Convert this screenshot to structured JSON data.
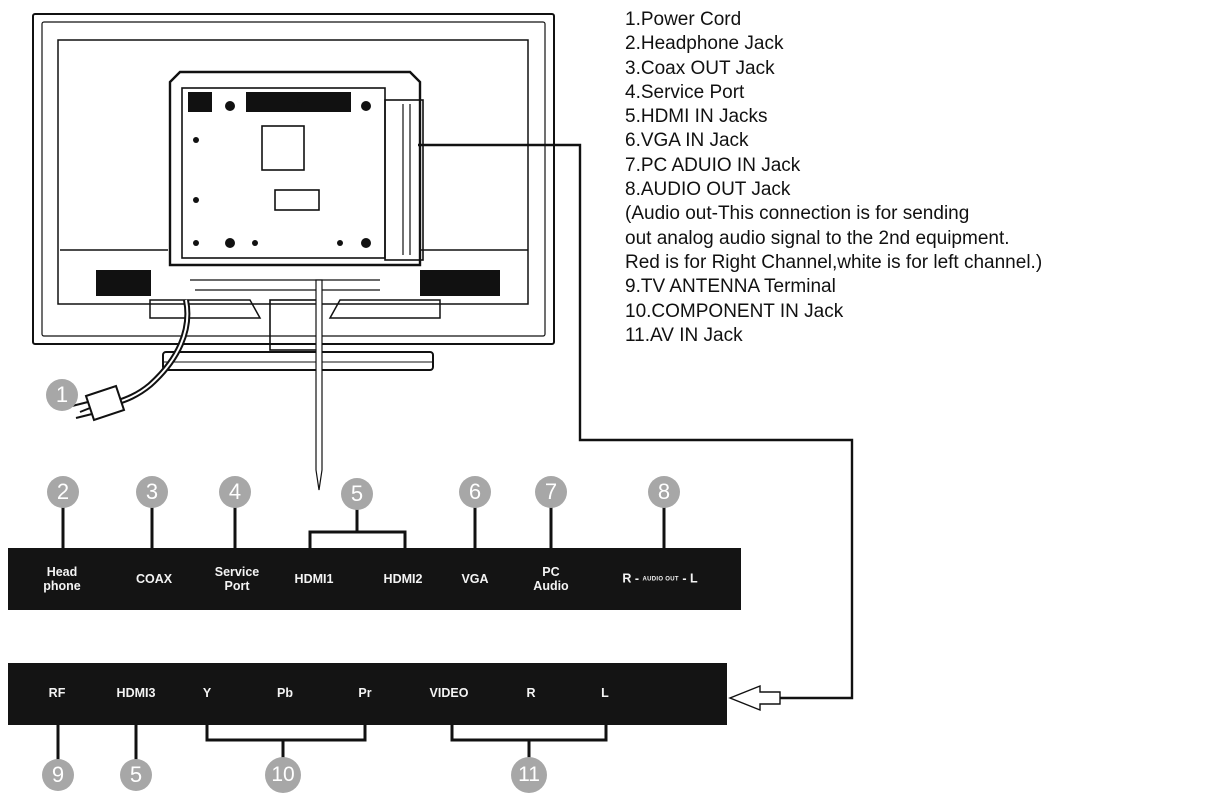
{
  "legend": [
    "1.Power Cord",
    "2.Headphone Jack",
    "3.Coax OUT Jack",
    "4.Service Port",
    "5.HDMI IN Jacks",
    "6.VGA IN Jack",
    "7.PC ADUIO IN Jack",
    "8.AUDIO OUT Jack",
    "(Audio out-This connection is for sending",
    "out analog audio signal to the 2nd equipment.",
    "Red is for Right Channel,white is for left channel.)",
    "9.TV ANTENNA Terminal",
    "10.COMPONENT IN Jack",
    "11.AV IN Jack"
  ],
  "top_panel": {
    "headphone": [
      "Head",
      "phone"
    ],
    "coax": "COAX",
    "service": [
      "Service",
      "Port"
    ],
    "hdmi1": "HDMI1",
    "hdmi2": "HDMI2",
    "vga": "VGA",
    "pc_audio": [
      "PC",
      "Audio"
    ],
    "audio_out_r": "R -",
    "audio_out_small": "AUDIO OUT",
    "audio_out_l": "- L"
  },
  "bottom_panel": {
    "rf": "RF",
    "hdmi3": "HDMI3",
    "y": "Y",
    "pb": "Pb",
    "pr": "Pr",
    "video": "VIDEO",
    "r": "R",
    "l": "L"
  },
  "badges": {
    "b1": "1",
    "b2": "2",
    "b3": "3",
    "b4": "4",
    "b5": "5",
    "b6": "6",
    "b7": "7",
    "b8": "8",
    "b9": "9",
    "b5b": "5",
    "b10": "10",
    "b11": "11"
  }
}
